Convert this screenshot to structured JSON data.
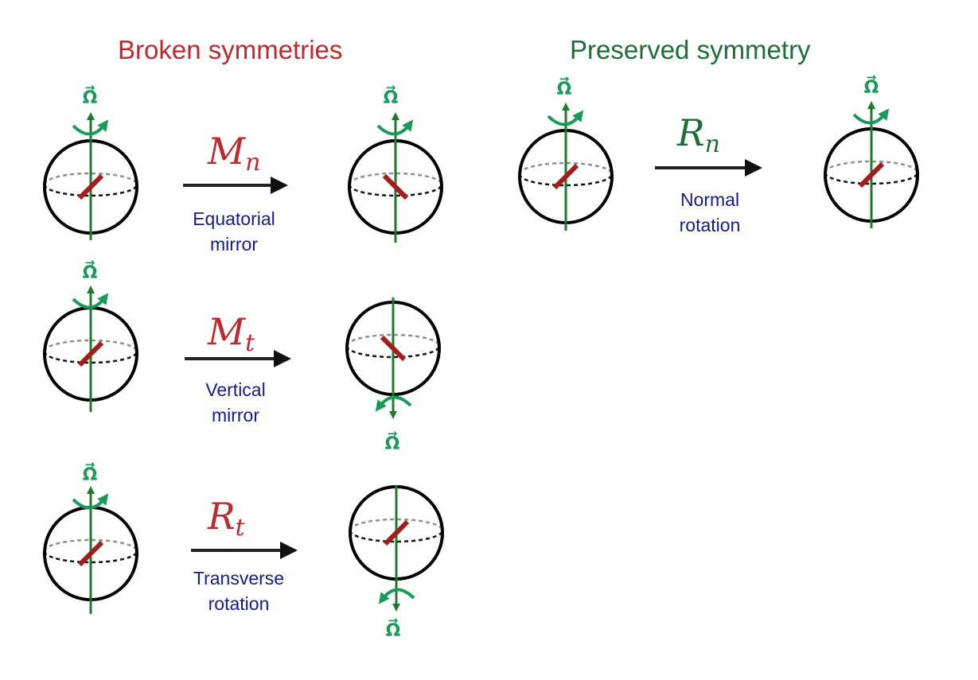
{
  "colors": {
    "broken": "#c0282d",
    "preserved": "#1e6e3a",
    "caption": "#17198c",
    "axis": "#1f7a2a",
    "rotation": "#1a9a5a",
    "marker": "#a31d1d",
    "sphere": "#000000"
  },
  "headings": {
    "broken": "Broken symmetries",
    "preserved": "Preserved symmetry"
  },
  "omega_symbol": "Ω",
  "omega_arrow": "→",
  "transforms": [
    {
      "op_base": "M",
      "op_sub": "n",
      "caption_line1": "Equatorial",
      "caption_line2": "mirror",
      "group": "broken"
    },
    {
      "op_base": "M",
      "op_sub": "t",
      "caption_line1": "Vertical",
      "caption_line2": "mirror",
      "group": "broken"
    },
    {
      "op_base": "R",
      "op_sub": "t",
      "caption_line1": "Transverse",
      "caption_line2": "rotation",
      "group": "broken"
    },
    {
      "op_base": "R",
      "op_sub": "n",
      "caption_line1": "Normal",
      "caption_line2": "rotation",
      "group": "preserved"
    }
  ]
}
